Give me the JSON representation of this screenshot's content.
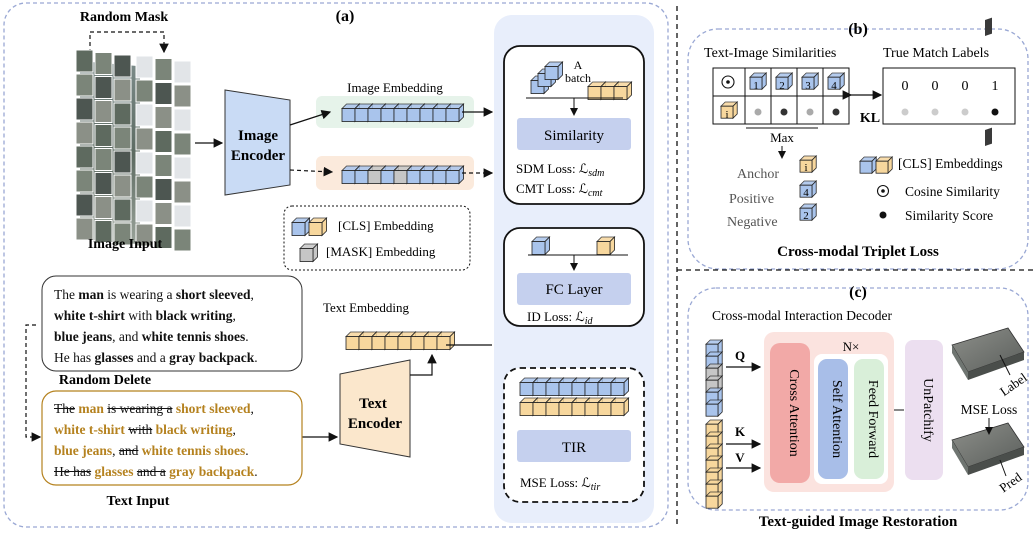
{
  "colors": {
    "blue": "#a9c4ec",
    "orange": "#f7d79d",
    "gray": "#c6c6c6",
    "navy": "#2f3a5a",
    "gold": "#b5821f",
    "dash": "#9aa8d4",
    "panel": "#e8eefb"
  },
  "panel_a": {
    "label": "(a)",
    "random_mask": "Random Mask",
    "image_input": "Image Input",
    "image_encoder_1": "Image",
    "image_encoder_2": "Encoder",
    "image_embedding": "Image Embedding",
    "legend_cls": "[CLS]  Embedding",
    "legend_mask": "[MASK] Embedding",
    "text_embedding": "Text Embedding",
    "text_encoder_1": "Text",
    "text_encoder_2": "Encoder",
    "random_delete": "Random Delete",
    "text_input": "Text Input",
    "batch_1": "A",
    "batch_2": "batch",
    "similarity": "Similarity",
    "sdm_loss": "SDM Loss: ℒ",
    "sdm_sub": "sdm",
    "cmt_loss": "CMT Loss: ℒ",
    "cmt_sub": "cmt",
    "fc_layer": "FC Layer",
    "id_loss": "ID Loss: ℒ",
    "id_sub": "id",
    "tir": "TIR",
    "mse_loss": "MSE Loss: ℒ",
    "mse_sub": "tir",
    "caption_original": [
      [
        {
          "t": "The "
        },
        {
          "t": "man",
          "s": "b"
        },
        {
          "t": " is wearing a "
        },
        {
          "t": "short sleeved",
          "s": "b"
        },
        {
          "t": ","
        }
      ],
      [
        {
          "t": "white t-shirt",
          "s": "b"
        },
        {
          "t": " with "
        },
        {
          "t": "black writing",
          "s": "b"
        },
        {
          "t": ","
        }
      ],
      [
        {
          "t": "blue jeans",
          "s": "b"
        },
        {
          "t": ", and "
        },
        {
          "t": "white tennis shoes",
          "s": "b"
        },
        {
          "t": "."
        }
      ],
      [
        {
          "t": "He has "
        },
        {
          "t": "glasses",
          "s": "b"
        },
        {
          "t": " and a "
        },
        {
          "t": "gray backpack",
          "s": "b"
        },
        {
          "t": "."
        }
      ]
    ],
    "caption_deleted": [
      [
        {
          "t": "The",
          "s": "x"
        },
        {
          "t": " "
        },
        {
          "t": "man",
          "s": "g"
        },
        {
          "t": " "
        },
        {
          "t": "is wearing a",
          "s": "x"
        },
        {
          "t": " "
        },
        {
          "t": "short sleeved",
          "s": "g"
        },
        {
          "t": ","
        }
      ],
      [
        {
          "t": "white t-shirt",
          "s": "g"
        },
        {
          "t": " "
        },
        {
          "t": "with",
          "s": "x"
        },
        {
          "t": " "
        },
        {
          "t": "black writing",
          "s": "g"
        },
        {
          "t": ","
        }
      ],
      [
        {
          "t": "blue jeans",
          "s": "g"
        },
        {
          "t": ", "
        },
        {
          "t": "and",
          "s": "x"
        },
        {
          "t": " "
        },
        {
          "t": "white tennis shoes",
          "s": "g"
        },
        {
          "t": "."
        }
      ],
      [
        {
          "t": "He has",
          "s": "x"
        },
        {
          "t": " "
        },
        {
          "t": "glasses",
          "s": "g"
        },
        {
          "t": " "
        },
        {
          "t": "and a",
          "s": "x"
        },
        {
          "t": " "
        },
        {
          "t": "gray backpack",
          "s": "g"
        },
        {
          "t": "."
        }
      ]
    ]
  },
  "panel_b": {
    "label": "(b)",
    "sim_title": "Text-Image Similarities",
    "match_title": "True Match Labels",
    "cells": [
      "1",
      "2",
      "3",
      "4"
    ],
    "anchor_cell": "i",
    "labels": [
      "0",
      "0",
      "0",
      "1"
    ],
    "kl": "KL",
    "max": "Max",
    "anchor": "Anchor",
    "positive": "Positive",
    "negative": "Negative",
    "anchor_icon": "i",
    "positive_icon": "4",
    "negative_icon": "2",
    "cls_legend": "[CLS] Embeddings",
    "cos_legend": "Cosine Similarity",
    "score_legend": "Similarity Score",
    "title": "Cross-modal Triplet Loss"
  },
  "panel_c": {
    "label": "(c)",
    "decoder_title": "Cross-modal Interaction Decoder",
    "q": "Q",
    "k": "K",
    "v": "V",
    "cross_attention": "Cross Attention",
    "nx": "N×",
    "self_attention": "Self Attention",
    "feed_forward": "Feed Forward",
    "unpatchify": "UnPatchify",
    "label_tag": "Label",
    "mse_loss": "MSE Loss",
    "pred_tag": "Pred",
    "title": "Text-guided Image Restoration"
  }
}
